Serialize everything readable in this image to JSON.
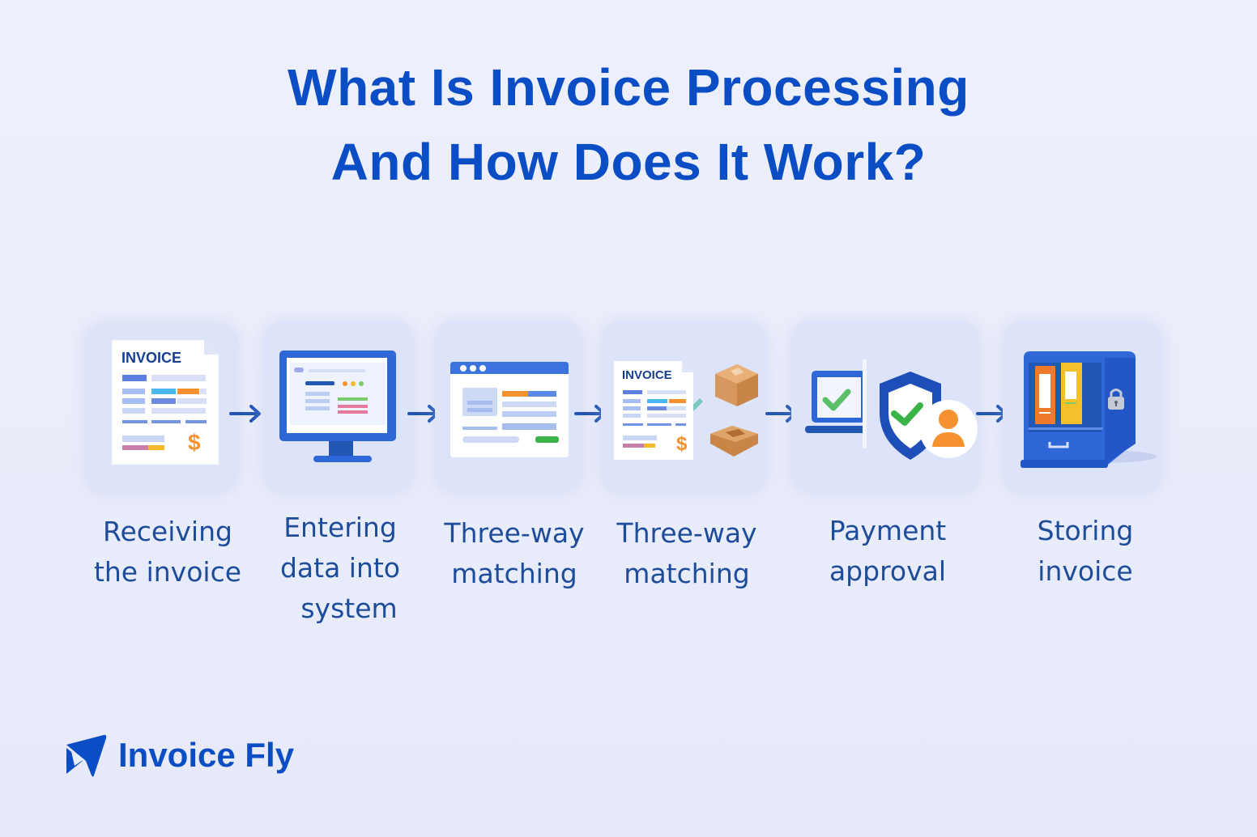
{
  "title": {
    "line1": "What Is Invoice Processing",
    "line2": "And How Does It Work?"
  },
  "steps": [
    {
      "label_lines": [
        "Receiving",
        "the invoice"
      ],
      "icon": "invoice-document-icon",
      "icon_text": "INVOICE",
      "currency": "$"
    },
    {
      "label_lines": [
        "Entering",
        "data into",
        "system"
      ],
      "icon": "desktop-monitor-icon"
    },
    {
      "label_lines": [
        "Three-way",
        "matching"
      ],
      "icon": "browser-window-icon"
    },
    {
      "label_lines": [
        "Three-way",
        "matching"
      ],
      "icon": "invoice-with-packages-icon",
      "icon_text": "INVOICE",
      "currency": "$"
    },
    {
      "label_lines": [
        "Payment",
        "approval"
      ],
      "icon": "approval-shield-user-icon"
    },
    {
      "label_lines": [
        "Storing",
        "invoice"
      ],
      "icon": "locked-file-cabinet-icon"
    }
  ],
  "brand": {
    "name": "Invoice Fly",
    "logo_icon": "paper-plane-logo-icon"
  },
  "colors": {
    "primary": "#0b4dc4",
    "label": "#1d4c9a",
    "tile_bg": "#dde3f8",
    "orange": "#f5922f",
    "green": "#3bb54a",
    "yellow": "#f5b82a"
  }
}
